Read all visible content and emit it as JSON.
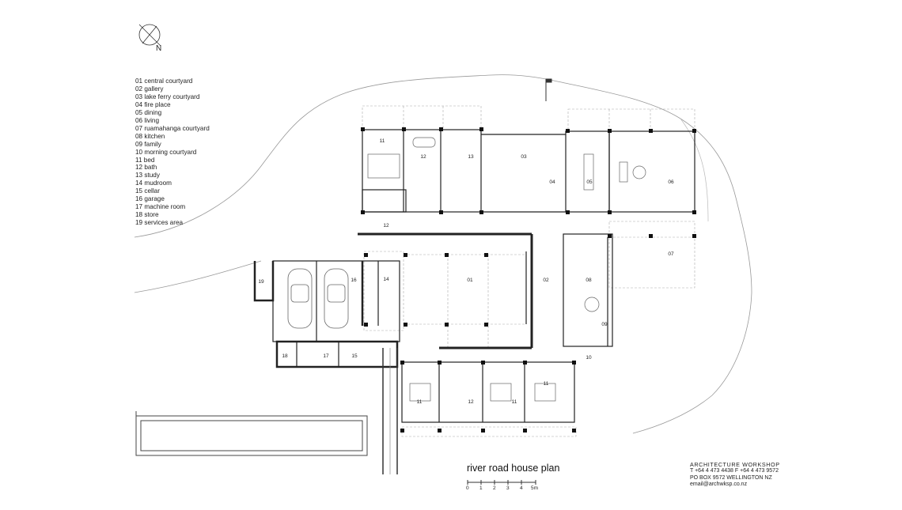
{
  "legend": [
    "01 central courtyard",
    "02 gallery",
    "03 lake ferry courtyard",
    "04 fire place",
    "05 dining",
    "06 living",
    "07 ruamahanga courtyard",
    "08 kitchen",
    "09 family",
    "10 morning courtyard",
    "11 bed",
    "12 bath",
    "13 study",
    "14 mudroom",
    "15 cellar",
    "16 garage",
    "17 machine room",
    "18 store",
    "19 services area"
  ],
  "title": "river road house plan",
  "north_label": "N",
  "office": {
    "firm": "ARCHITECTURE WORKSHOP",
    "phone": "T +64 4 473 4438  F +64 4 473 9572",
    "address": "PO BOX 9572  WELLINGTON  NZ",
    "email": "email@archwksp.co.nz"
  },
  "scale_labels": [
    "0",
    "1",
    "2",
    "3",
    "4",
    "5m"
  ],
  "room_labels": {
    "r11a": "11",
    "r12a": "12",
    "r13": "13",
    "r03": "03",
    "r04": "04",
    "r05": "05",
    "r06": "06",
    "r12b": "12",
    "r07": "07",
    "r19": "19",
    "r16": "16",
    "r14": "14",
    "r01": "01",
    "r02": "02",
    "r08": "08",
    "r09": "09",
    "r10": "10",
    "r18": "18",
    "r17": "17",
    "r15": "15",
    "r11b": "11",
    "r12c": "12",
    "r11c": "11",
    "r11d": "11"
  }
}
